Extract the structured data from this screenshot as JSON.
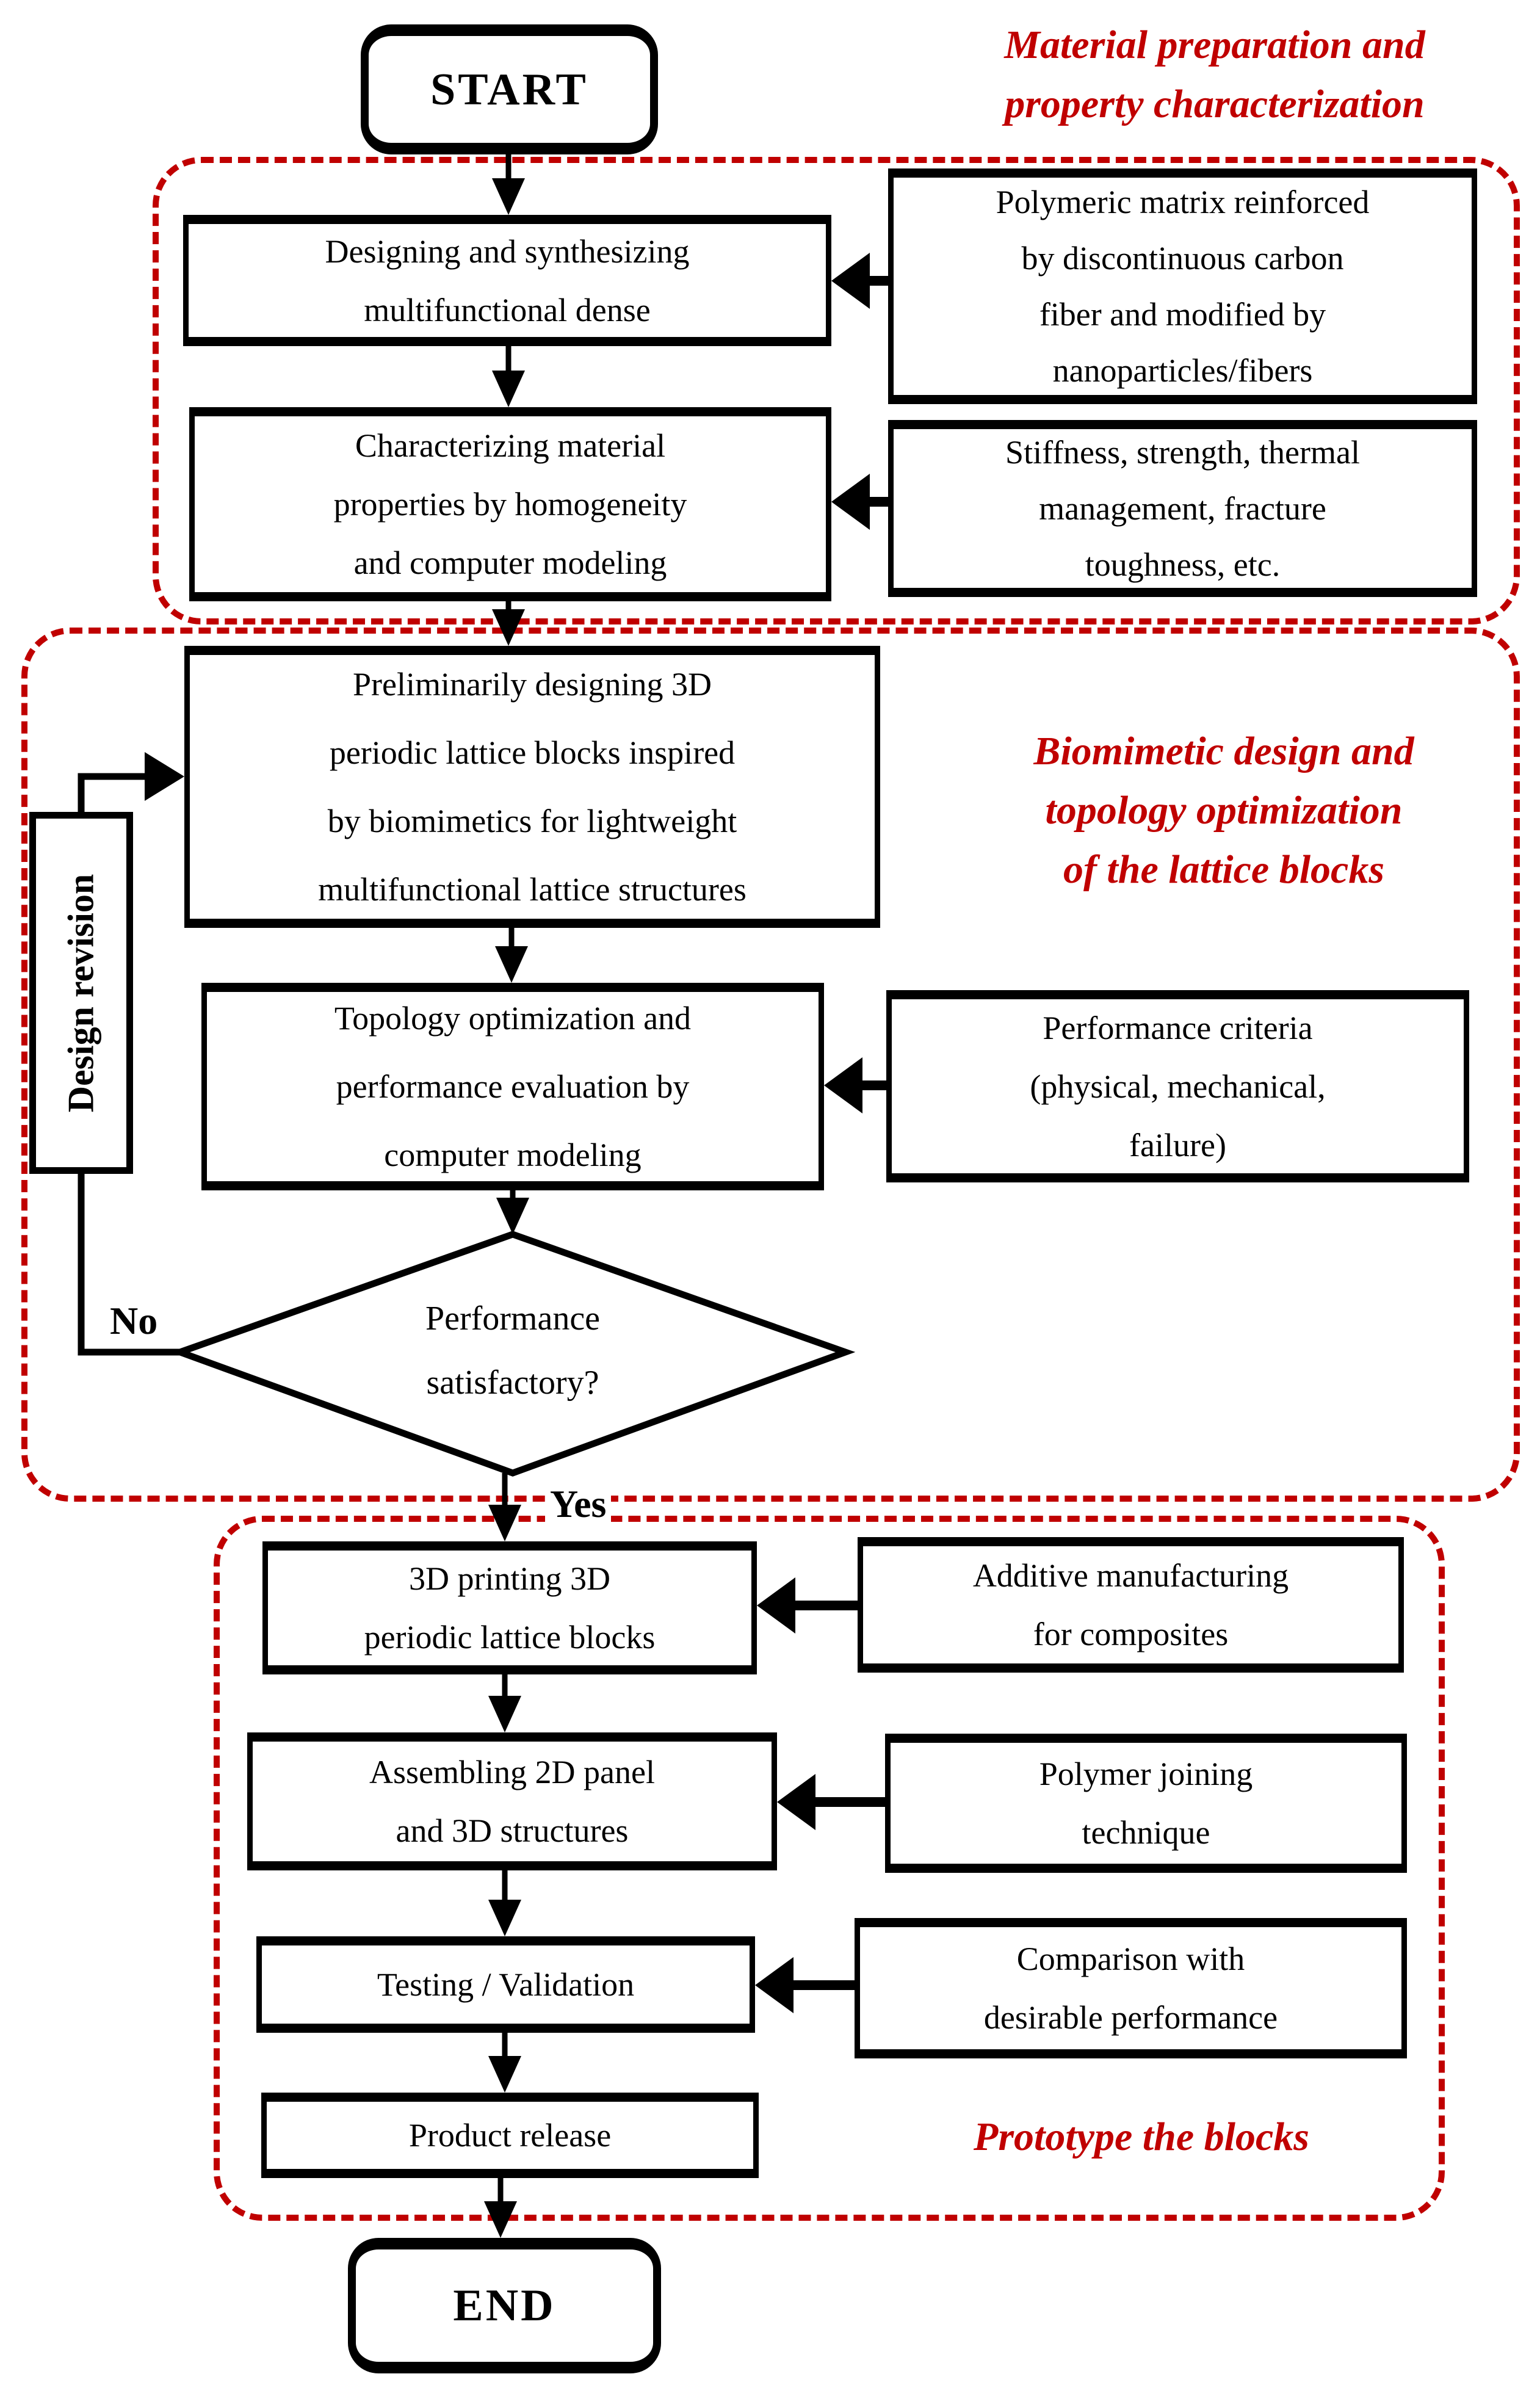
{
  "colors": {
    "accent_red": "#c00000",
    "ink": "#000000"
  },
  "terminals": {
    "start": "START",
    "end": "END"
  },
  "region_titles": {
    "r1": "Material preparation and\nproperty characterization",
    "r2": "Biomimetic design and\ntopology optimization\nof the lattice blocks",
    "r3": "Prototype the blocks"
  },
  "nodes": {
    "designing": "Designing and synthesizing\nmultifunctional dense",
    "polymeric": "Polymeric matrix reinforced\nby discontinuous carbon\nfiber and modified by\nnanoparticles/fibers",
    "characterizing": "Characterizing material\nproperties by homogeneity\nand computer modeling",
    "stiffness": "Stiffness, strength, thermal\nmanagement, fracture\ntoughness, etc.",
    "preliminary": "Preliminarily designing 3D\nperiodic lattice blocks inspired\nby biomimetics for lightweight\nmultifunctional lattice structures",
    "topology": "Topology optimization and\nperformance evaluation by\ncomputer modeling",
    "criteria": "Performance criteria\n(physical, mechanical,\nfailure)",
    "printing": "3D printing 3D\nperiodic lattice blocks",
    "additive": "Additive manufacturing\nfor composites",
    "assembling": "Assembling 2D panel\nand 3D structures",
    "joining": "Polymer joining\ntechnique",
    "testing": "Testing / Validation",
    "comparison": "Comparison with\ndesirable performance",
    "release": "Product release"
  },
  "decision": {
    "text": "Performance\nsatisfactory?",
    "no": "No",
    "yes": "Yes"
  },
  "revision": {
    "label": "Design revision"
  }
}
